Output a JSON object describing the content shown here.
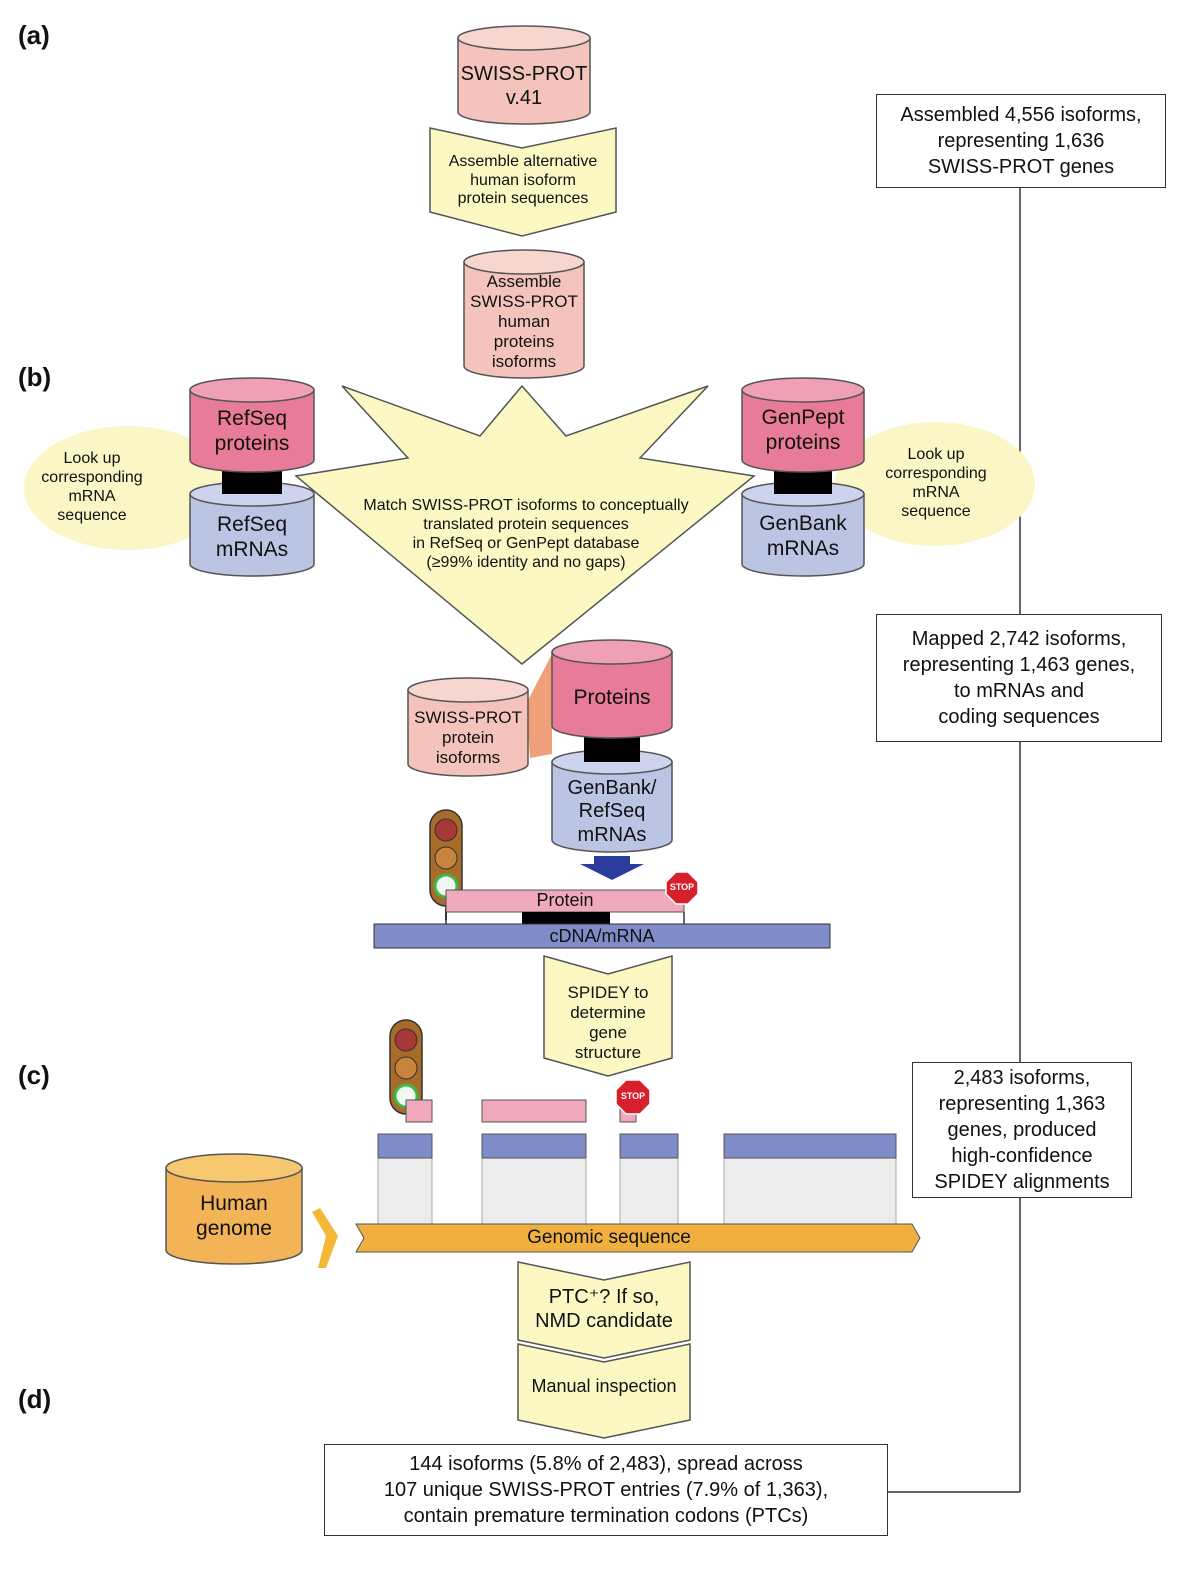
{
  "panels": {
    "a": "(a)",
    "b": "(b)",
    "c": "(c)",
    "d": "(d)"
  },
  "databases": {
    "swissprot": "SWISS-PROT\nv.41",
    "assemble_swissprot": "Assemble\nSWISS-PROT\nhuman\nproteins\nisoforms",
    "refseq_proteins": "RefSeq\nproteins",
    "refseq_mrnas": "RefSeq\nmRNAs",
    "genpept_proteins": "GenPept\nproteins",
    "genbank_mrnas": "GenBank\nmRNAs",
    "swissprot_isoforms": "SWISS-PROT\nprotein\nisoforms",
    "proteins": "Proteins",
    "genbank_refseq_mrnas": "GenBank/\nRefSeq\nmRNAs",
    "human_genome": "Human\ngenome"
  },
  "steps": {
    "assemble_alt": "Assemble alternative\nhuman isoform\nprotein sequences",
    "match": "Match SWISS-PROT isoforms to conceptually\ntranslated protein sequences\nin RefSeq or GenPept database\n(≥99% identity and no gaps)",
    "lookup_left": "Look up\ncorresponding\nmRNA\nsequence",
    "lookup_right": "Look up\ncorresponding\nmRNA\nsequence",
    "spidey": "SPIDEY to\ndetermine\ngene\nstructure",
    "ptc": "PTC⁺?  If so,\nNMD candidate",
    "manual": "Manual inspection"
  },
  "tracks": {
    "protein": "Protein",
    "cdna": "cDNA/mRNA",
    "genomic": "Genomic sequence",
    "stop": "STOP"
  },
  "results": {
    "r1": "Assembled 4,556 isoforms,\nrepresenting 1,636\nSWISS-PROT genes",
    "r2": "Mapped 2,742 isoforms,\nrepresenting 1,463 genes,\nto mRNAs and\ncoding sequences",
    "r3": "2,483 isoforms,\nrepresenting 1,363\ngenes, produced\nhigh-confidence\nSPIDEY alignments",
    "r4": "144 isoforms (5.8% of 2,483), spread across\n107 unique SWISS-PROT entries (7.9% of 1,363),\ncontain premature termination codons (PTCs)"
  },
  "colors": {
    "swissprot": "#f4c4bc",
    "protein_db": "#e87c98",
    "mrna_db": "#bcc4e4",
    "genome_db": "#f2b456",
    "arrow_yellow": "#fcf8c4",
    "halo": "#fbf6c6",
    "cdna_bar": "#7f8cc8",
    "protein_bar": "#f0a8bc",
    "genomic_bar": "#f0b040",
    "stop_red": "#d8202c",
    "blue_arrow": "#2c3c9c"
  }
}
